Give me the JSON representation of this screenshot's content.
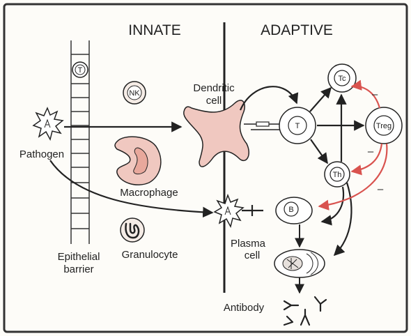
{
  "headers": {
    "innate": "INNATE",
    "adaptive": "ADAPTIVE"
  },
  "labels": {
    "dendritic_line1": "Dendritic",
    "dendritic_line2": "cell",
    "pathogen": "Pathogen",
    "macrophage": "Macrophage",
    "granulocyte": "Granulocyte",
    "epithelial_line1": "Epithelial",
    "epithelial_line2": "barrier",
    "plasma_line1": "Plasma",
    "plasma_line2": "cell",
    "antibody": "Antibody"
  },
  "cells": {
    "t_barrier": "T",
    "nk": "NK",
    "t_central": "T",
    "tc": "Tc",
    "treg": "Treg",
    "th": "Th",
    "b": "B"
  },
  "inhibition_marks": [
    "–",
    "–",
    "–"
  ],
  "colors": {
    "inhibit_arrow": "#d9534f",
    "cell_pink": "#f0c8c0",
    "outline": "#222222",
    "frame": "#333333"
  }
}
